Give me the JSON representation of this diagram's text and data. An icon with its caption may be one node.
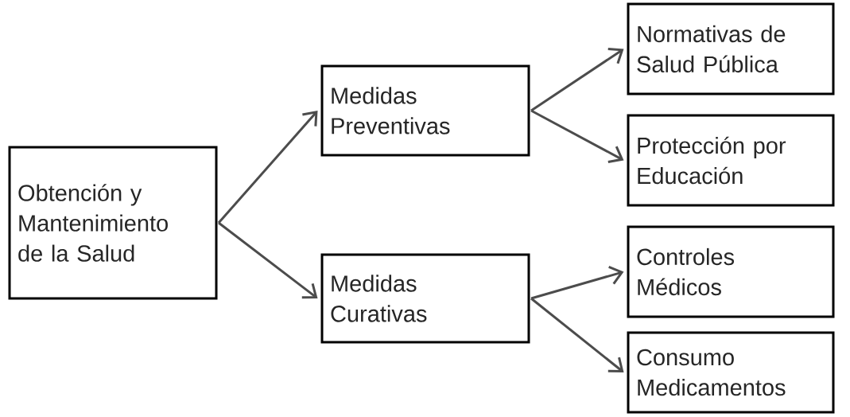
{
  "diagram": {
    "nodes": [
      {
        "text": [
          "Obtención y Mantenimiento de la Salud"
        ]
      },
      {
        "text": [
          "Medidas Preventivas"
        ]
      },
      {
        "text": [
          "Medidas Curativas"
        ]
      },
      {
        "text": [
          "Normativas de Salud Pública"
        ]
      },
      {
        "text": [
          "Protección por Educación"
        ]
      },
      {
        "text": [
          "Controles Médicos"
        ]
      },
      {
        "text": [
          "Consumo Medicamentos"
        ]
      }
    ],
    "edges": [
      {
        "from": 0,
        "to": 1,
        "arrow": "to"
      },
      {
        "from": 0,
        "to": 2,
        "arrow": "to"
      },
      {
        "from": 1,
        "to": 3,
        "arrow": "to"
      },
      {
        "from": 1,
        "to": 4,
        "arrow": "to"
      },
      {
        "from": 2,
        "to": 5,
        "arrow": "to"
      },
      {
        "from": 2,
        "to": 6,
        "arrow": "to"
      }
    ]
  }
}
